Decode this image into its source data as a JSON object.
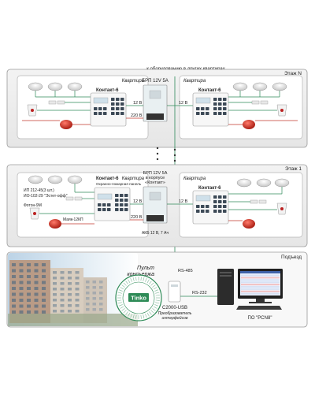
{
  "top_caption": "к оборудованию в других квартирах",
  "floors": {
    "top": {
      "label": "Этаж N",
      "left_apartment": "Квартира",
      "right_apartment": "Квартира",
      "left_panel": "Контакт-6",
      "right_panel": "Контакт-6",
      "psu": "БРП 12V 5A",
      "wire_12": "12 В",
      "wire_12_right": "12 В",
      "wire_220": "220 В"
    },
    "first": {
      "label": "Этаж 1",
      "left_apartment": "Квартира",
      "right_apartment": "Квартира",
      "left_panel": "Контакт-6",
      "left_panel_sub": "Охранно-пожарная панель",
      "right_panel": "Контакт-6",
      "psu_line1": "БРП 12V 5A",
      "psu_line2": "в корпусе",
      "psu_line3": "«Контакт»",
      "battery": "АКБ 12 В, 7 Ач",
      "wire_12": "12 В",
      "wire_12_right": "12 В",
      "wire_220": "220 В",
      "smoke_detector": "ИП 212-45(3 шт.)",
      "flood_detector": "ИО-102-29 \"Эстет-офф\"",
      "motion_detector": "Фотон-9М",
      "siren": "Маяк-12КП"
    }
  },
  "entrance": {
    "label": "Подъезд",
    "console_line1": "Пульт",
    "console_line2": "консьержа",
    "rs485": "RS-485",
    "rs232": "RS-232",
    "converter_line1": "С2000-USB",
    "converter_line2": "Преобразователь",
    "converter_line3": "интерфейсов",
    "software": "ПО \"PCN8\"",
    "seal_text": "Tinko"
  },
  "colors": {
    "frame": "#9a9a9a",
    "wire_green": "#2f8a5a",
    "wire_red": "#c0392b",
    "psu_box": "#e9f0f2",
    "seal_green": "#2e8b57"
  }
}
